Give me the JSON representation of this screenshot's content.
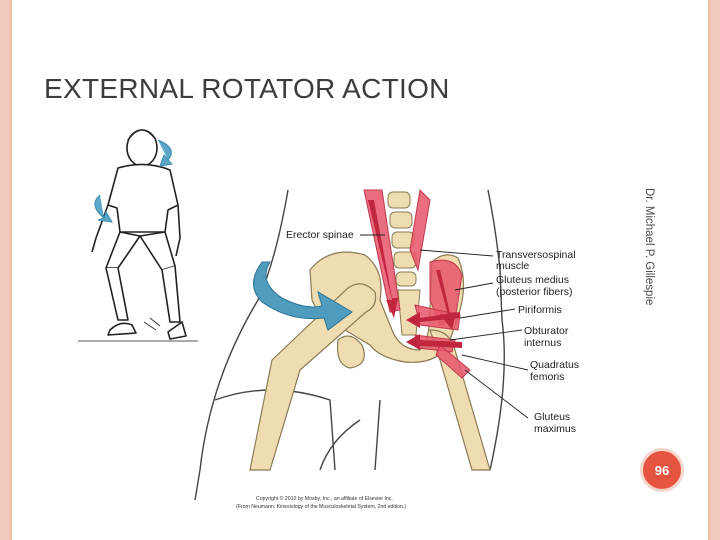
{
  "slide": {
    "title": "EXTERNAL ROTATOR ACTION",
    "author_credit": "Dr. Michael P. Gillespie",
    "page_number": "96"
  },
  "figure": {
    "labels": {
      "erector_spinae": "Erector spinae",
      "transversospinal_1": "Transversospinal",
      "transversospinal_2": "muscle",
      "gluteus_medius_1": "Gluteus medius",
      "gluteus_medius_2": "(posterior fibers)",
      "piriformis": "Piriformis",
      "obturator_1": "Obturator",
      "obturator_2": "internus",
      "quadratus_1": "Quadratus",
      "quadratus_2": "femoris",
      "gluteus_maximus_1": "Gluteus",
      "gluteus_maximus_2": "maximus"
    },
    "copyright_line1": "Copyright © 2010 by Mosby, Inc., an affiliate of Elsevier Inc.",
    "copyright_line2": "(From Neumann: Kinesiology of the Musculoskeletal System, 2nd edition.)"
  },
  "colors": {
    "border": "#f3cbbd",
    "badge": "#e5553f",
    "bone": "#efdcb0",
    "muscle": "#e8556a",
    "arrow": "#3b8bb0"
  }
}
